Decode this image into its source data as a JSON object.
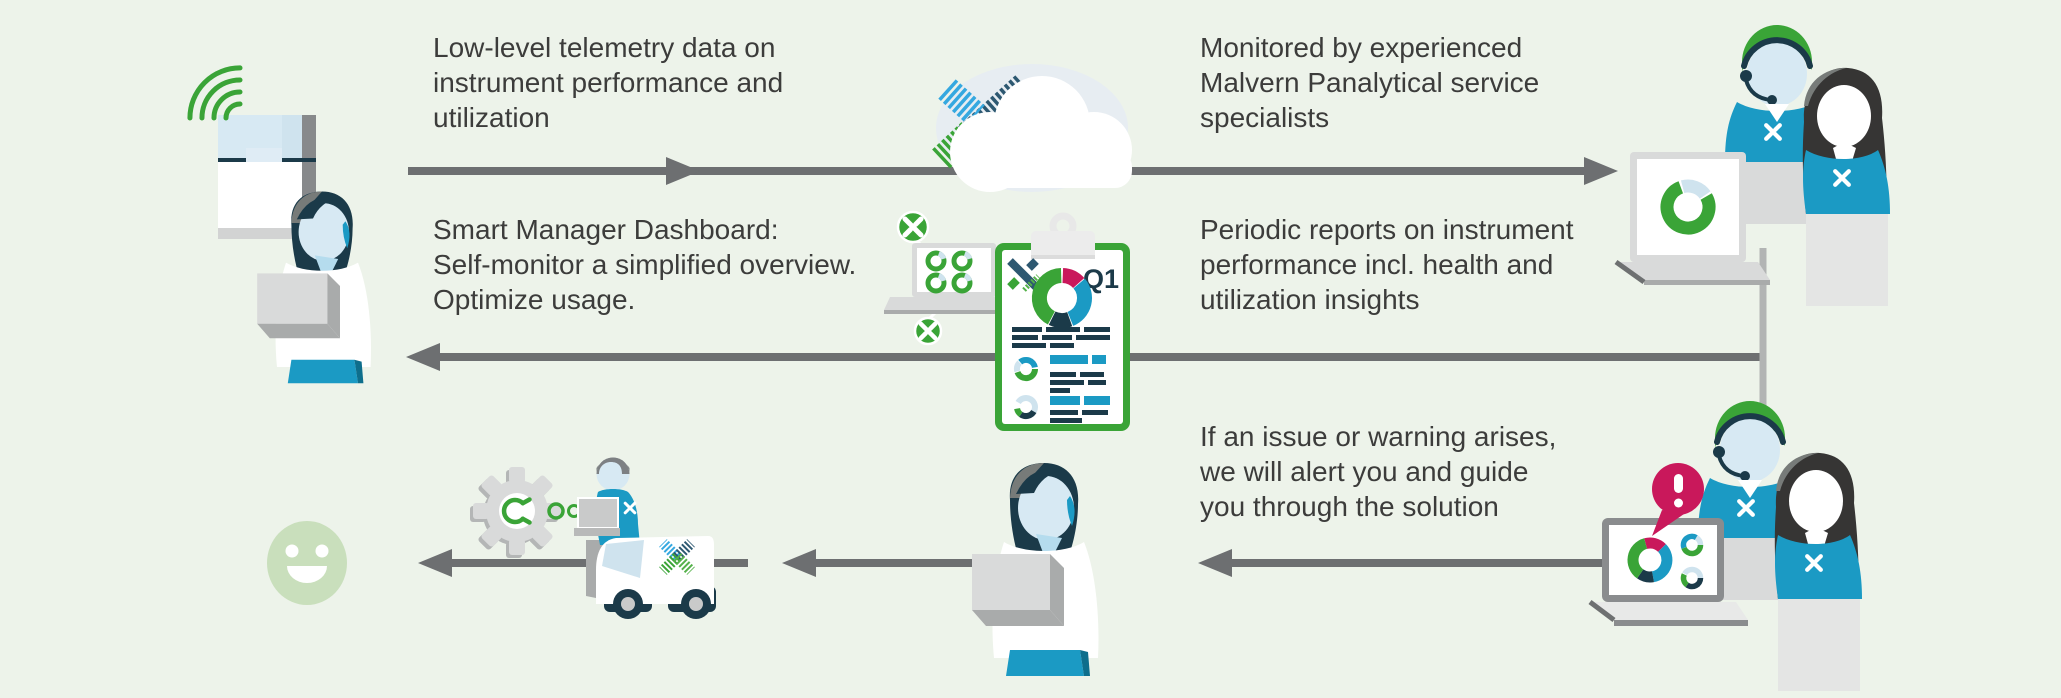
{
  "texts": {
    "telemetry": [
      "Low-level telemetry data on",
      "instrument performance and",
      "utilization"
    ],
    "monitored": [
      "Monitored by experienced",
      "Malvern Panalytical service",
      "specialists"
    ],
    "dashboard": [
      "Smart Manager Dashboard:",
      "Self-monitor a simplified overview.",
      "Optimize usage."
    ],
    "reports": [
      "Periodic reports on instrument",
      "performance incl. health and",
      "utilization insights"
    ],
    "alert": [
      "If an issue or warning arises,",
      "we will alert you and guide",
      "you through the solution"
    ]
  },
  "clipboard": {
    "quarter_label": "Q1"
  },
  "icons": {
    "wifi_icon": "green signal arcs over instrument",
    "cloud_icon": "white cloud",
    "malvern_x_logo": "striped X brand mark (blue/steel/green)",
    "excel_badge_icon": "green circle with white X",
    "laptop_icon": "laptop with donut charts",
    "clipboard_report_icon": "green clipboard Q1 report with donut charts",
    "headset_icon": "support headset on specialist",
    "alert_bubble_icon": "crimson speech bubble with exclamation mark",
    "gear_wrench_icon": "gray gear with green wrench and dots",
    "service_van_icon": "white service van with X logo",
    "smiley_face_icon": "light green smiling face",
    "arrow_icon": "gray flow arrows"
  },
  "colors": {
    "bg": "#edf3ea",
    "text": "#3c3c3b",
    "arrow": "#6d6f71",
    "connector": "#b2b4b4",
    "green": "#3aa437",
    "green_light": "#54b149",
    "smiley": "#c9dfbc",
    "teal": "#1b9ac4",
    "teal_dark": "#0e6e8c",
    "navy": "#1b3a49",
    "crimson": "#c9185b",
    "blue": "#35a8e0",
    "steel": "#2d5871",
    "face": "#d7e9f3",
    "pale_blue": "#cfe3ee",
    "cloud_halo": "#e7edf2",
    "gray_light": "#d9dada",
    "gray_mid": "#a9abab",
    "gray_dark": "#87898b",
    "charcoal": "#363534",
    "hair_gray": "#777b79"
  }
}
